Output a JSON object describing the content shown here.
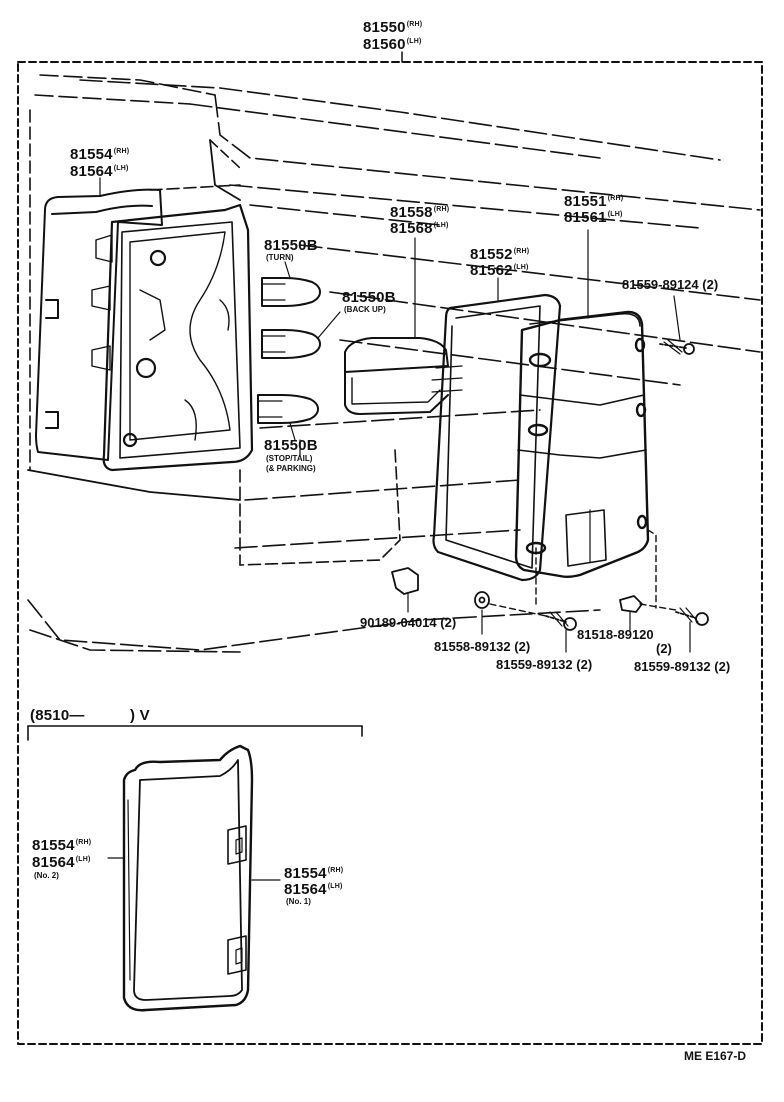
{
  "labels": {
    "assy_rh": "81550",
    "assy_lh": "81560",
    "rh": "(RH)",
    "lh": "(LH)",
    "gasket_rh": "81554",
    "gasket_lh": "81564",
    "bulb_turn": "81550B",
    "turn_note": "(TURN)",
    "bulb_back": "81550B",
    "back_note": "(BACK UP)",
    "bulb_stop": "81550B",
    "stop_note1": "(STOP/TAIL)",
    "stop_note2": "(& PARKING)",
    "inner_rh": "81558",
    "inner_lh": "81568",
    "packing_rh": "81552",
    "packing_lh": "81562",
    "lens_rh": "81551",
    "lens_lh": "81561",
    "screw_top": "81559-89124",
    "screw_top_qty": "(2)",
    "nut": "90189-04014",
    "nut_qty": "(2)",
    "washer": "81558-89132",
    "washer_qty": "(2)",
    "screw_mid": "81559-89132",
    "screw_mid_qty": "(2)",
    "clip": "81518-89120",
    "clip_qty": "(2)",
    "screw_right": "81559-89132",
    "screw_right_qty": "(2)",
    "inset_range_start": "(8510—",
    "inset_range_end": ") V",
    "inset_a_rh": "81554",
    "inset_a_lh": "81564",
    "inset_a_note": "(No. 2)",
    "inset_b_rh": "81554",
    "inset_b_lh": "81564",
    "inset_b_note": "(No. 1)",
    "ref_code": "ME E167-D"
  }
}
